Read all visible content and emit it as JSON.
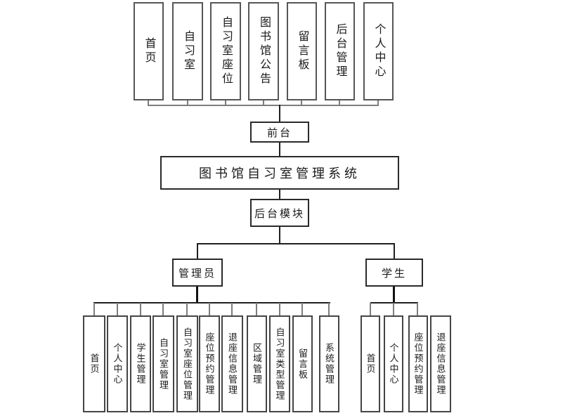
{
  "title": "图书馆自习室管理系统",
  "frontend": {
    "label": "前台",
    "items": [
      "首页",
      "自习室",
      "自习室座位",
      "图书馆公告",
      "留言板",
      "后台管理",
      "个人中心"
    ]
  },
  "backend": {
    "label": "后台模块",
    "admin": {
      "label": "管理员",
      "items": [
        "首页",
        "个人中心",
        "学生管理",
        "自习室管理",
        "自习室座位管理",
        "座位预约管理",
        "退座信息管理",
        "区域管理",
        "自习室类型管理",
        "留言板",
        "系统管理"
      ]
    },
    "student": {
      "label": "学生",
      "items": [
        "首页",
        "个人中心",
        "座位预约管理",
        "退座信息管理"
      ]
    }
  }
}
